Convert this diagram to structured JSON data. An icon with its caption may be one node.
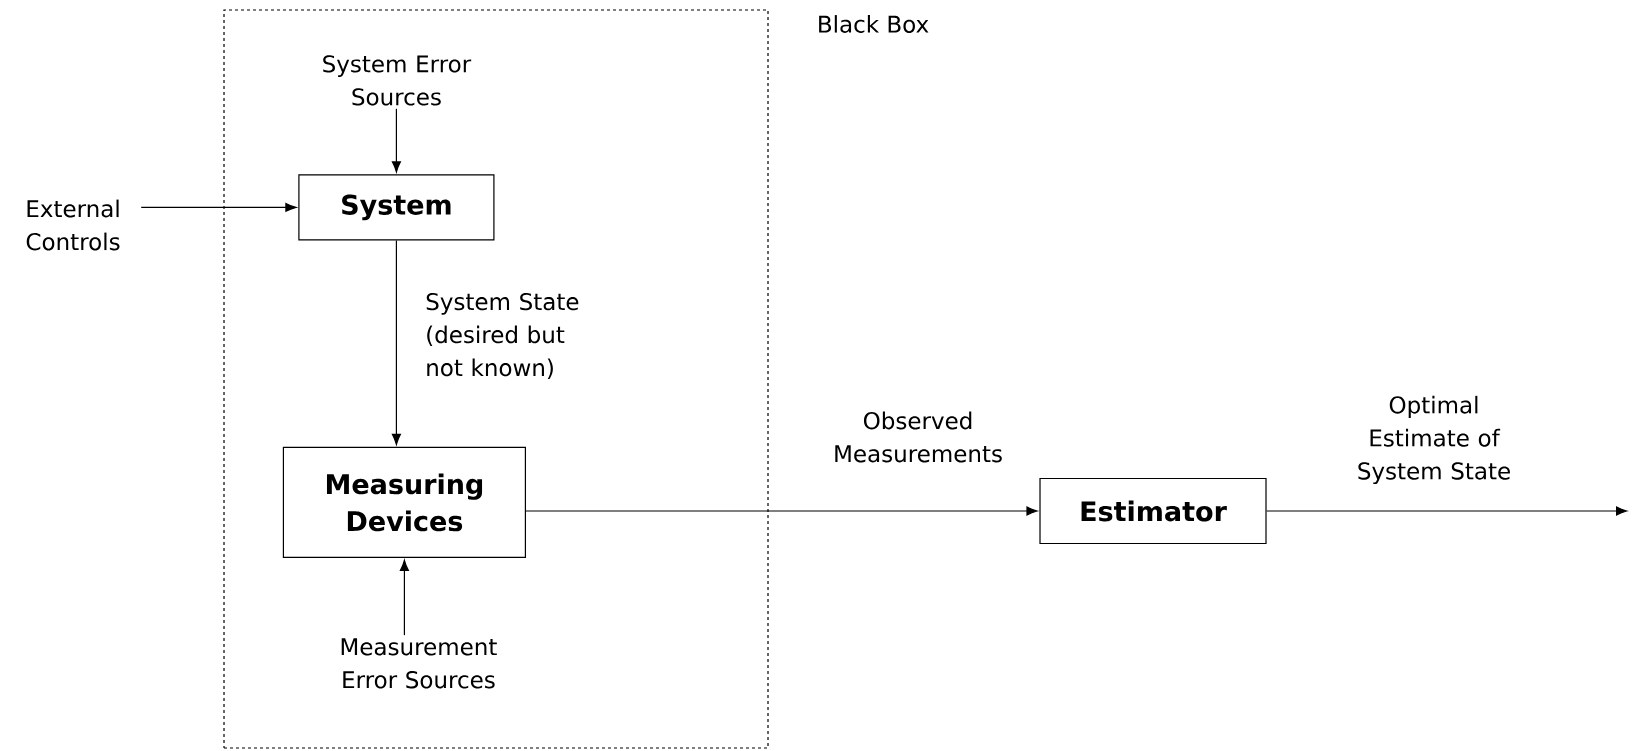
{
  "diagram": {
    "nodes": [
      {
        "text": [
          "Black Box"
        ]
      },
      {
        "text": [
          "System Error Sources"
        ],
        "in": 0
      },
      {
        "text": [
          "External Controls"
        ]
      },
      {
        "text": [
          "System"
        ],
        "in": 0
      },
      {
        "text": [
          "Measuring Devices"
        ],
        "in": 0
      },
      {
        "text": [
          "Measurement Error Sources"
        ],
        "in": 0
      },
      {
        "text": [
          "Estimator"
        ]
      }
    ],
    "edges": [
      {
        "from": 1,
        "to": 3,
        "arrow": "to"
      },
      {
        "from": 2,
        "to": 3,
        "arrow": "to"
      },
      {
        "from": 3,
        "to": 4,
        "arrow": "to",
        "label": "System State (desired but not known)"
      },
      {
        "from": 5,
        "to": 4,
        "arrow": "to"
      },
      {
        "from": 4,
        "to": 6,
        "arrow": "to",
        "label": "Observed Measurements"
      },
      {
        "from": 6,
        "to": null,
        "arrow": "to",
        "label": "Optimal Estimate of System State"
      }
    ]
  }
}
